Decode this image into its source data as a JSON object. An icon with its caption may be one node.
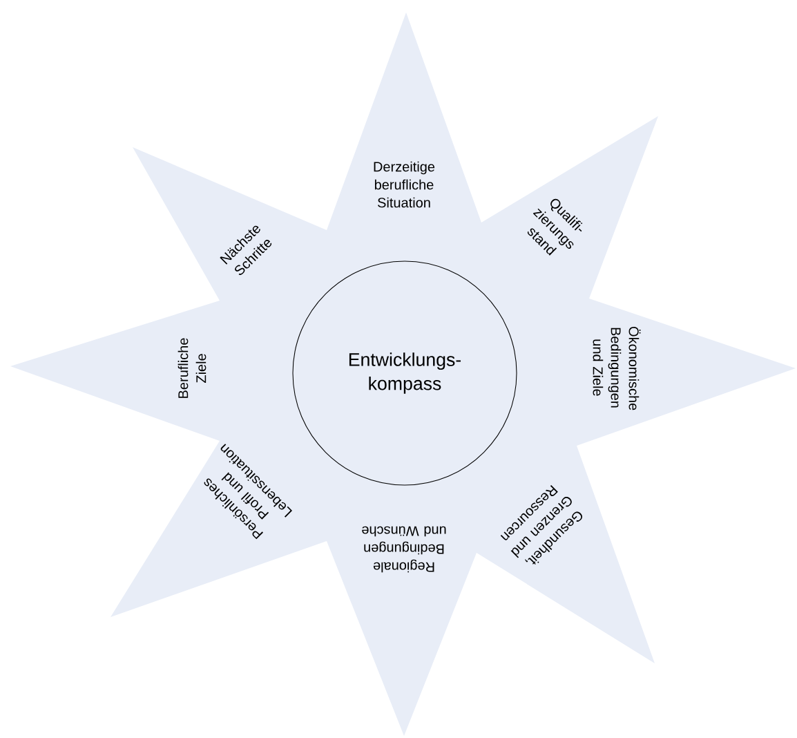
{
  "diagram": {
    "nodes": [
      {
        "text": [
          "Derzeitige berufliche Situation",
          "Qualifi- zierungs stand",
          "Ökonomische Bedingungen und Ziele",
          "Gesundheit, Grenzen und Ressourcen",
          "Regionale Bedingungen und Wünsche",
          "Persönliches Profil und Lebenssituation",
          "Berufliche Ziele",
          "Nächste Schritte"
        ]
      },
      {
        "text": [
          "Entwicklungs- kompass"
        ],
        "in": 0
      }
    ]
  }
}
